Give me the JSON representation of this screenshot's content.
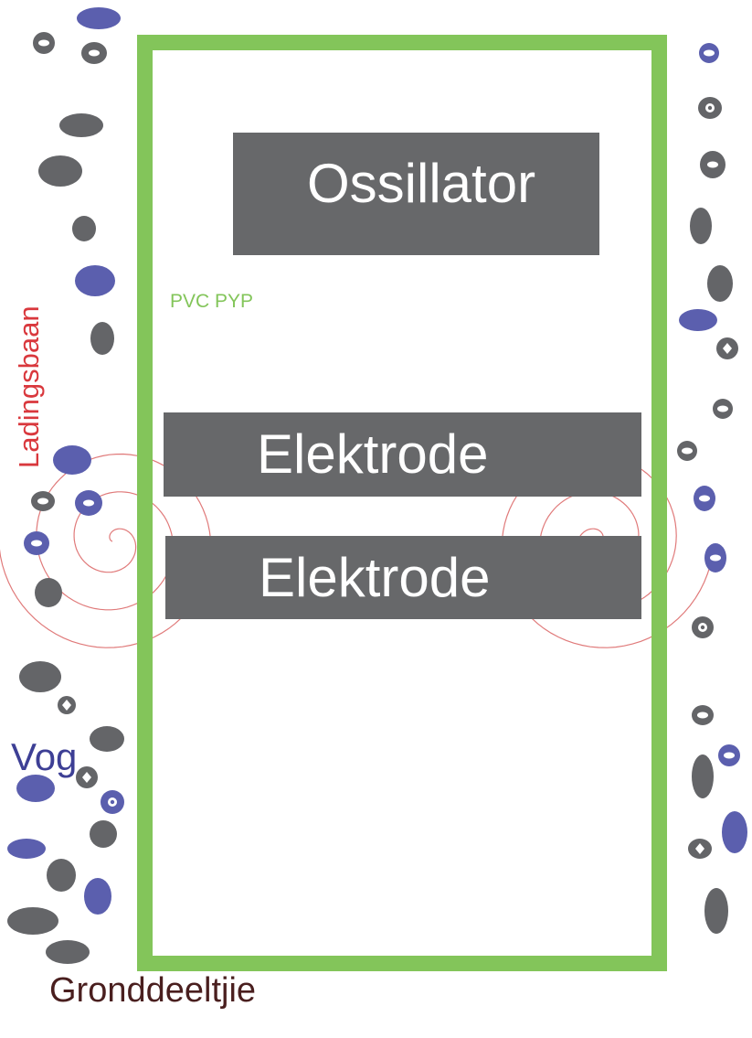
{
  "colors": {
    "tube": "#83c55a",
    "block": "#67686a",
    "block_text": "#ffffff",
    "spiral": "#e07a7a",
    "particle_grey": "#646568",
    "particle_blue": "#5b5fae",
    "ladingsbaan_label": "#d9383d",
    "vog_label": "#3d3f95",
    "gronddeeltjie_label": "#4a1f1f",
    "pvc_label": "#83c55a"
  },
  "diagram": {
    "oscillator_label": "Ossillator",
    "electrode_top_label": "Elektrode",
    "electrode_bottom_label": "Elektrode",
    "pipe_label": "PVC PYP",
    "charge_path_label": "Ladingsbaan",
    "moisture_label": "Vog",
    "soil_particle_label": "Gronddeeltjie"
  }
}
